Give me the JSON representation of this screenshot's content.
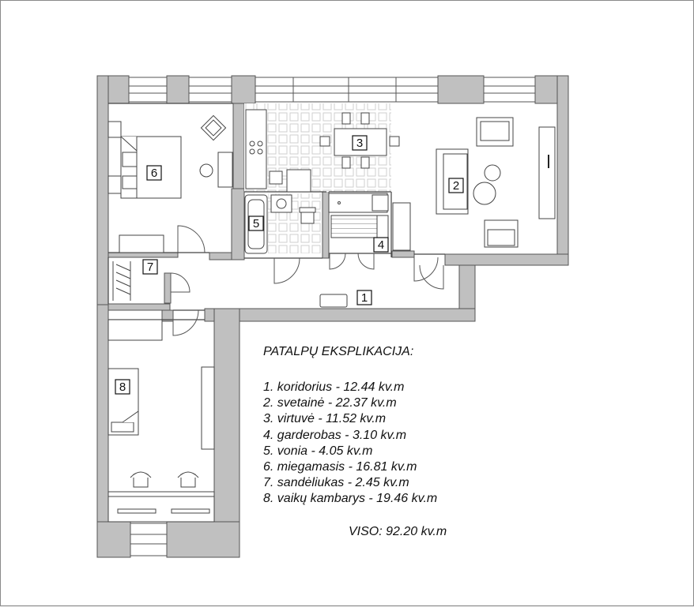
{
  "plan": {
    "rooms": [
      {
        "number": "1",
        "name": "koridorius",
        "area": "12.44"
      },
      {
        "number": "2",
        "name": "svetainė",
        "area": "22.37"
      },
      {
        "number": "3",
        "name": "virtuvė",
        "area": "11.52"
      },
      {
        "number": "4",
        "name": "garderobas",
        "area": "3.10"
      },
      {
        "number": "5",
        "name": "vonia",
        "area": "4.05"
      },
      {
        "number": "6",
        "name": "miegamasis",
        "area": "16.81"
      },
      {
        "number": "7",
        "name": "sandėliukas",
        "area": "2.45"
      },
      {
        "number": "8",
        "name": "vaikų kambarys",
        "area": "19.46"
      }
    ],
    "unit": "kv.m",
    "colors": {
      "wall": "#c0c0c0",
      "wall_edge": "#555555",
      "line": "#444444",
      "floor": "#ffffff"
    }
  },
  "legend": {
    "heading": "PATALPŲ EKSPLIKACIJA:",
    "items": [
      "1. koridorius - 12.44 kv.m",
      "2. svetainė - 22.37 kv.m",
      "3. virtuvė - 11.52 kv.m",
      "4. garderobas - 3.10 kv.m",
      "5. vonia - 4.05 kv.m",
      "6. miegamasis - 16.81 kv.m",
      "7. sandėliukas - 2.45 kv.m",
      "8. vaikų kambarys - 19.46 kv.m"
    ],
    "total": "VISO: 92.20 kv.m"
  }
}
